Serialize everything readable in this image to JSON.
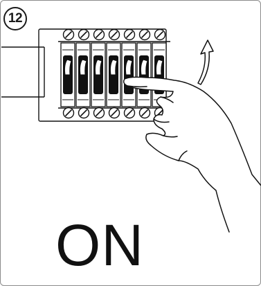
{
  "step": {
    "number": "12"
  },
  "label": {
    "text": "ON"
  },
  "illustration": {
    "subject": "circuit-breaker-panel",
    "breaker_count": 7,
    "action": "switch-up",
    "icons": [
      "breaker-panel-icon",
      "hand-icon",
      "up-arrow-icon"
    ]
  },
  "colors": {
    "ink": "#111111",
    "border": "#8a8a8a",
    "background": "#ffffff"
  }
}
